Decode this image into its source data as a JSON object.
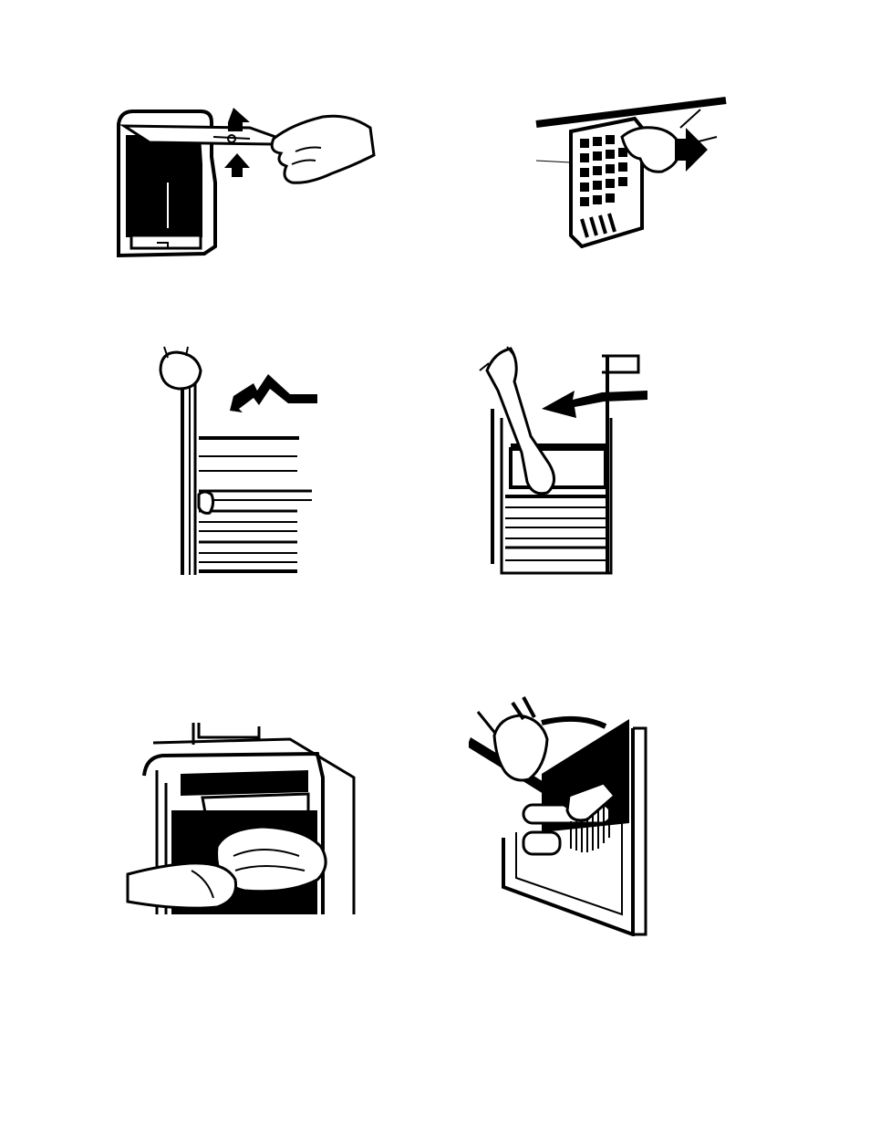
{
  "page": {
    "type": "instruction-illustrations",
    "illustrations": [
      {
        "id": "p1",
        "icon": "lint-screen-lift-out-illustration"
      },
      {
        "id": "p2",
        "icon": "lint-filter-grille-pull-illustration"
      },
      {
        "id": "p3",
        "icon": "door-panel-open-illustration"
      },
      {
        "id": "p4",
        "icon": "drawer-remove-illustration"
      },
      {
        "id": "p5",
        "icon": "interior-wipe-cloth-illustration"
      },
      {
        "id": "p6",
        "icon": "interior-brush-clean-illustration"
      }
    ]
  },
  "colors": {
    "ink": "#000000",
    "paper": "#ffffff"
  }
}
